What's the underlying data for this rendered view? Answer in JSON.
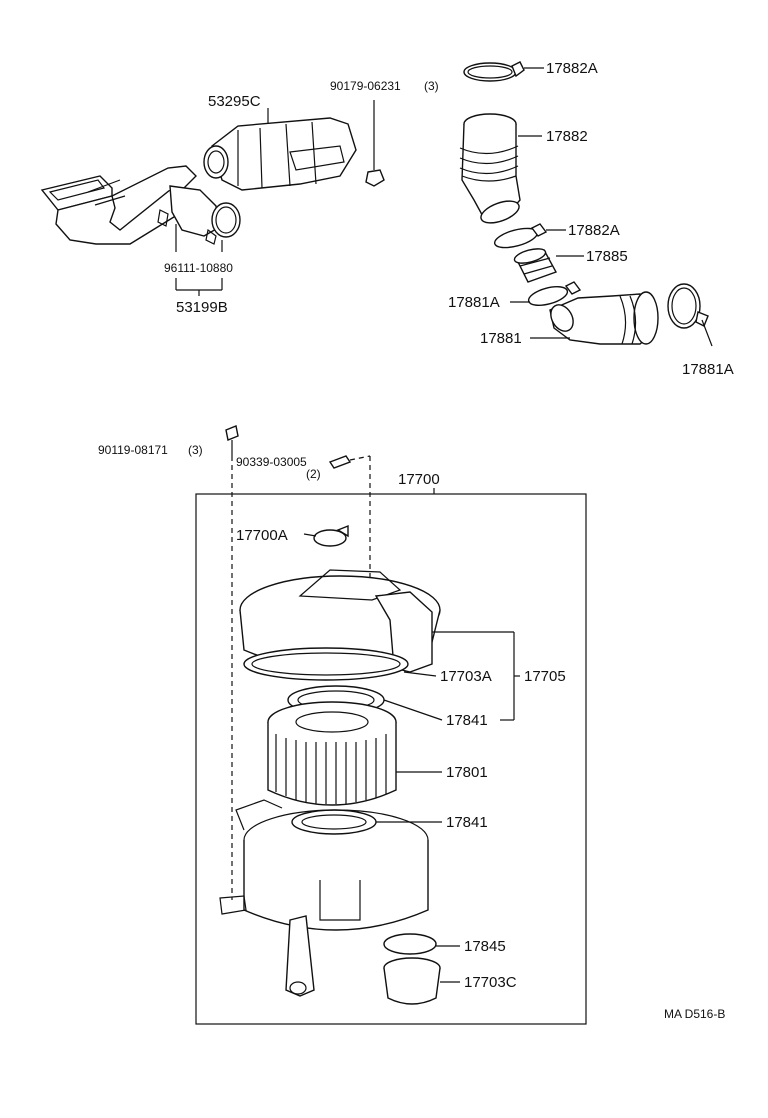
{
  "diagram_id": "MA D516-B",
  "labels": {
    "l_17882A_top": "17882A",
    "l_17882": "17882",
    "l_17882A_mid": "17882A",
    "l_17885": "17885",
    "l_17881A_left": "17881A",
    "l_17881": "17881",
    "l_17881A_right": "17881A",
    "l_53295C": "53295C",
    "l_90179": "90179-06231",
    "l_90179_qty": "(3)",
    "l_96111": "96111-10880",
    "l_53199B": "53199B",
    "l_90119": "90119-08171",
    "l_90119_qty": "(3)",
    "l_90339": "90339-03005",
    "l_90339_qty": "(2)",
    "l_17700": "17700",
    "l_17700A": "17700A",
    "l_17703A": "17703A",
    "l_17705": "17705",
    "l_17841_a": "17841",
    "l_17801": "17801",
    "l_17841_b": "17841",
    "l_17845": "17845",
    "l_17703C": "17703C"
  }
}
